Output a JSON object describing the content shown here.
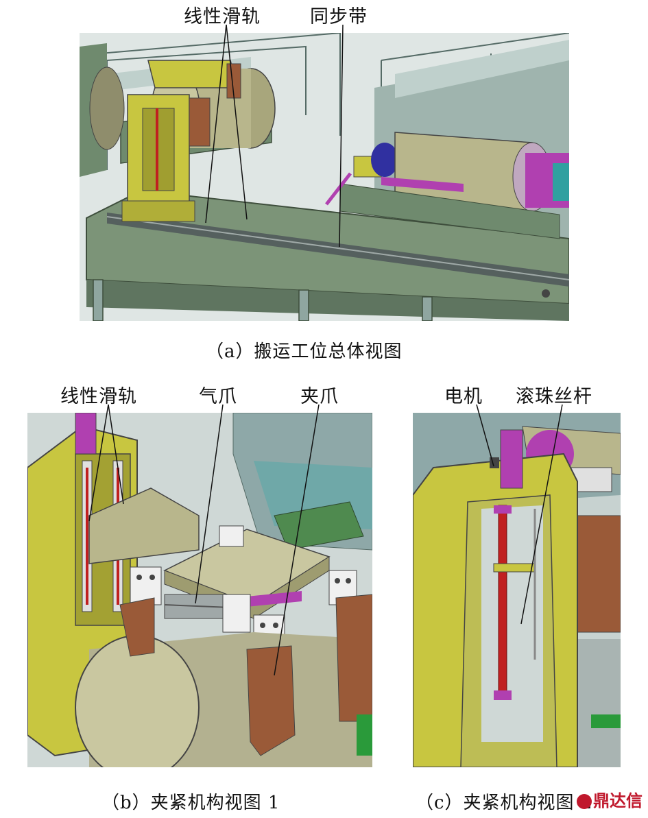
{
  "panel_a": {
    "labels": {
      "rail": "线性滑轨",
      "belt": "同步带"
    },
    "caption": "（a）搬运工位总体视图"
  },
  "panel_b": {
    "labels": {
      "rail": "线性滑轨",
      "air_claw": "气爪",
      "clamp_claw": "夹爪"
    },
    "caption": "（b）夹紧机构视图 1"
  },
  "panel_c": {
    "labels": {
      "motor": "电机",
      "ball_screw": "滚珠丝杆"
    },
    "caption": "（c）夹紧机构视图 2"
  },
  "watermark": {
    "text": "鼎达信"
  },
  "colors": {
    "frame": "#8fa6a0",
    "table": "#7c9478",
    "yellow": "#c8c640",
    "tan": "#b8b68c",
    "copper": "#9a5a38",
    "magenta": "#b040b0",
    "red": "#c02020",
    "teal": "#30a0a0"
  }
}
